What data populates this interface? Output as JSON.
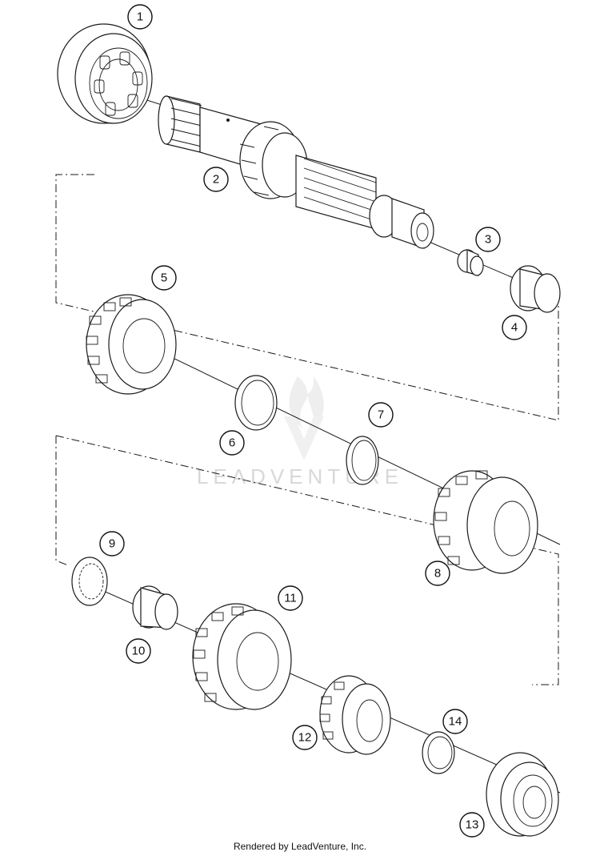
{
  "diagram": {
    "callouts": [
      {
        "label": "1"
      },
      {
        "label": "2"
      },
      {
        "label": "3"
      },
      {
        "label": "4"
      },
      {
        "label": "5"
      },
      {
        "label": "6"
      },
      {
        "label": "7"
      },
      {
        "label": "8"
      },
      {
        "label": "9"
      },
      {
        "label": "10"
      },
      {
        "label": "11"
      },
      {
        "label": "12"
      },
      {
        "label": "13"
      },
      {
        "label": "14"
      }
    ],
    "watermark": "LEADVENTURE",
    "footer": "Rendered by LeadVenture, Inc."
  }
}
